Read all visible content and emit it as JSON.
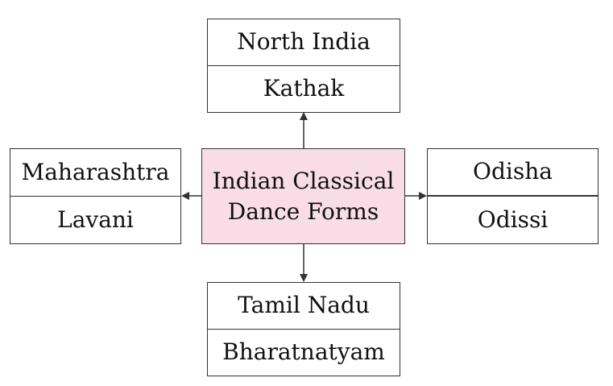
{
  "diagram": {
    "center": {
      "line1": "Indian Classical",
      "line2": "Dance Forms"
    },
    "north": {
      "region": "North India",
      "dance": "Kathak"
    },
    "south": {
      "region": "Tamil Nadu",
      "dance": "Bharatnatyam"
    },
    "west": {
      "region": "Maharashtra",
      "dance": "Lavani"
    },
    "east": {
      "region": "Odisha",
      "dance": "Odissi"
    }
  },
  "colors": {
    "center_fill": "#f8dde6",
    "border": "#333333",
    "text": "#111111"
  }
}
